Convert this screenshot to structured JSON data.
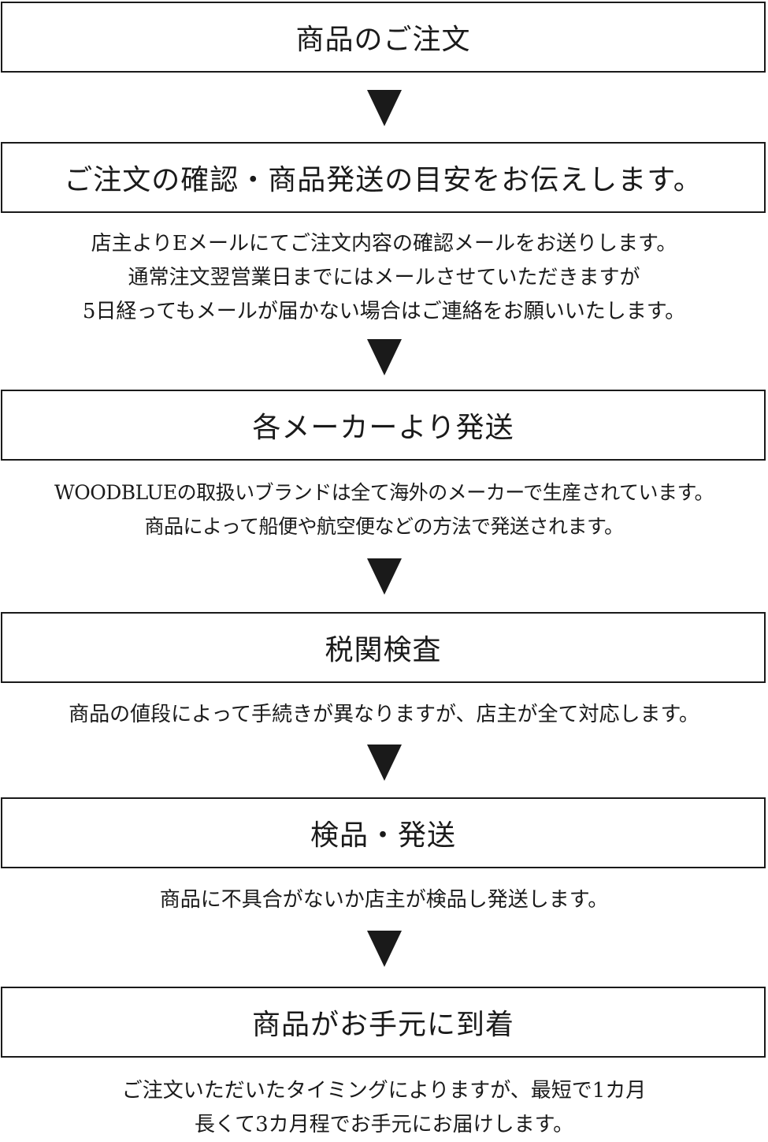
{
  "steps": [
    {
      "title": "商品のご注文",
      "lines": []
    },
    {
      "title": "ご注文の確認・商品発送の目安をお伝えします。",
      "lines": [
        "店主よりEメールにてご注文内容の確認メールをお送りします。",
        "通常注文翌営業日までにはメールさせていただきますが",
        "5日経ってもメールが届かない場合はご連絡をお願いいたします。"
      ]
    },
    {
      "title": "各メーカーより発送",
      "lines": [
        "WOODBLUEの取扱いブランドは全て海外のメーカーで生産されています。",
        "商品によって船便や航空便などの方法で発送されます。"
      ]
    },
    {
      "title": "税関検査",
      "lines": [
        "商品の値段によって手続きが異なりますが、店主が全て対応します。"
      ]
    },
    {
      "title": "検品・発送",
      "lines": [
        "商品に不具合がないか店主が検品し発送します。"
      ]
    },
    {
      "title": "商品がお手元に到着",
      "lines": [
        "ご注文いただいたタイミングによりますが、最短で1カ月",
        "長くて3カ月程でお手元にお届けします。"
      ]
    }
  ]
}
